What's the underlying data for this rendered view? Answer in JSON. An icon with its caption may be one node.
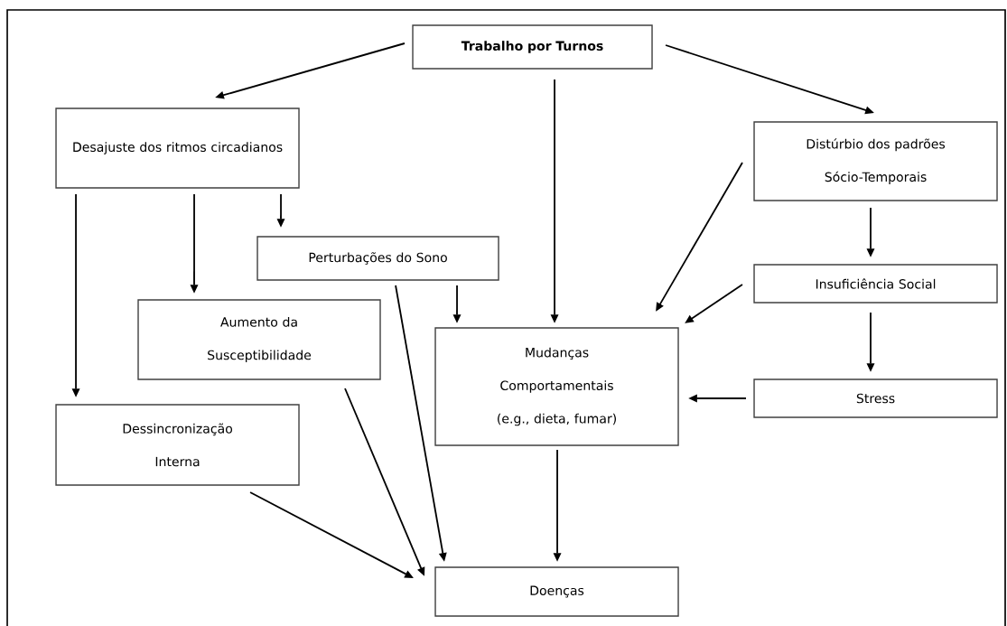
{
  "diagram": {
    "nodes": [
      {
        "text": [
          "Trabalho por Turnos"
        ]
      },
      {
        "text": [
          "Desajuste dos ritmos circadianos"
        ]
      },
      {
        "text": [
          "Distúrbio dos padrões Sócio-Temporais"
        ]
      },
      {
        "text": [
          "Perturbações do Sono"
        ]
      },
      {
        "text": [
          "Aumento da Susceptibilidade"
        ]
      },
      {
        "text": [
          "Insuficiência Social"
        ]
      },
      {
        "text": [
          "Mudanças Comportamentais (e.g., dieta, fumar)"
        ]
      },
      {
        "text": [
          "Stress"
        ]
      },
      {
        "text": [
          "Dessincronização Interna"
        ]
      },
      {
        "text": [
          "Doenças"
        ]
      }
    ],
    "edges": [
      {
        "from": 0,
        "to": 1,
        "arrow": "to"
      },
      {
        "from": 0,
        "to": 6,
        "arrow": "to"
      },
      {
        "from": 0,
        "to": 2,
        "arrow": "to"
      },
      {
        "from": 1,
        "to": 8,
        "arrow": "to"
      },
      {
        "from": 1,
        "to": 4,
        "arrow": "to"
      },
      {
        "from": 1,
        "to": 3,
        "arrow": "to"
      },
      {
        "from": 3,
        "to": 6,
        "arrow": "to"
      },
      {
        "from": 3,
        "to": 9,
        "arrow": "to"
      },
      {
        "from": 2,
        "to": 6,
        "arrow": "to"
      },
      {
        "from": 2,
        "to": 5,
        "arrow": "to"
      },
      {
        "from": 5,
        "to": 6,
        "arrow": "to"
      },
      {
        "from": 5,
        "to": 7,
        "arrow": "to"
      },
      {
        "from": 7,
        "to": 6,
        "arrow": "to"
      },
      {
        "from": 4,
        "to": 9,
        "arrow": "to"
      },
      {
        "from": 8,
        "to": 9,
        "arrow": "to"
      },
      {
        "from": 6,
        "to": 9,
        "arrow": "to"
      }
    ]
  }
}
